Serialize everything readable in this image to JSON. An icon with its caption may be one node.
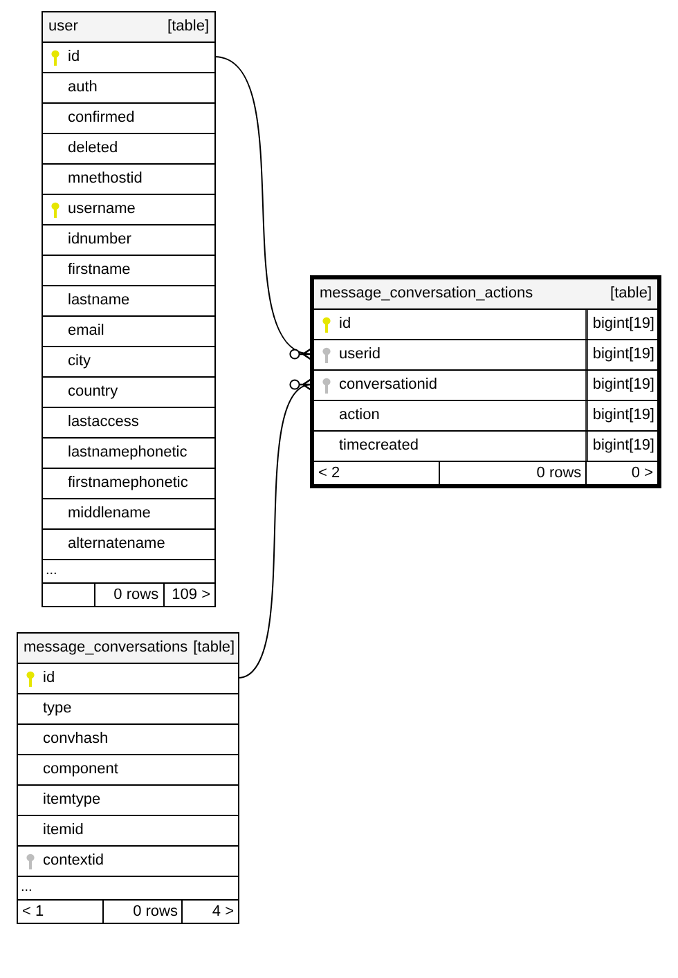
{
  "diagram": {
    "nodes": [
      {
        "text": [
          "user",
          "[table]"
        ]
      },
      {
        "text": [
          "id"
        ],
        "in": 0
      },
      {
        "text": [
          "auth"
        ],
        "in": 0
      },
      {
        "text": [
          "confirmed"
        ],
        "in": 0
      },
      {
        "text": [
          "deleted"
        ],
        "in": 0
      },
      {
        "text": [
          "mnethostid"
        ],
        "in": 0
      },
      {
        "text": [
          "username"
        ],
        "in": 0
      },
      {
        "text": [
          "idnumber"
        ],
        "in": 0
      },
      {
        "text": [
          "firstname"
        ],
        "in": 0
      },
      {
        "text": [
          "lastname"
        ],
        "in": 0
      },
      {
        "text": [
          "email"
        ],
        "in": 0
      },
      {
        "text": [
          "city"
        ],
        "in": 0
      },
      {
        "text": [
          "country"
        ],
        "in": 0
      },
      {
        "text": [
          "lastaccess"
        ],
        "in": 0
      },
      {
        "text": [
          "lastnamephonetic"
        ],
        "in": 0
      },
      {
        "text": [
          "firstnamephonetic"
        ],
        "in": 0
      },
      {
        "text": [
          "middlename"
        ],
        "in": 0
      },
      {
        "text": [
          "alternatename"
        ],
        "in": 0
      },
      {
        "text": [
          "..."
        ],
        "in": 0
      },
      {
        "text": [
          "0 rows",
          "109 >"
        ],
        "in": 0
      },
      {
        "text": [
          "message_conversation_actions",
          "[table]"
        ]
      },
      {
        "text": [
          "id",
          "bigint[19]"
        ],
        "in": 20
      },
      {
        "text": [
          "userid",
          "bigint[19]"
        ],
        "in": 20
      },
      {
        "text": [
          "conversationid",
          "bigint[19]"
        ],
        "in": 20
      },
      {
        "text": [
          "action",
          "bigint[19]"
        ],
        "in": 20
      },
      {
        "text": [
          "timecreated",
          "bigint[19]"
        ],
        "in": 20
      },
      {
        "text": [
          "< 2",
          "0 rows",
          "0 >"
        ],
        "in": 20
      },
      {
        "text": [
          "message_conversations",
          "[table]"
        ]
      },
      {
        "text": [
          "id"
        ],
        "in": 27
      },
      {
        "text": [
          "type"
        ],
        "in": 27
      },
      {
        "text": [
          "convhash"
        ],
        "in": 27
      },
      {
        "text": [
          "component"
        ],
        "in": 27
      },
      {
        "text": [
          "itemtype"
        ],
        "in": 27
      },
      {
        "text": [
          "itemid"
        ],
        "in": 27
      },
      {
        "text": [
          "contextid"
        ],
        "in": 27
      },
      {
        "text": [
          "..."
        ],
        "in": 27
      },
      {
        "text": [
          "< 1",
          "0 rows",
          "4 >"
        ],
        "in": 27
      }
    ],
    "edges": [
      {
        "from": 1,
        "to": 22,
        "arrow": "other"
      },
      {
        "from": 28,
        "to": 23,
        "arrow": "other"
      }
    ]
  }
}
